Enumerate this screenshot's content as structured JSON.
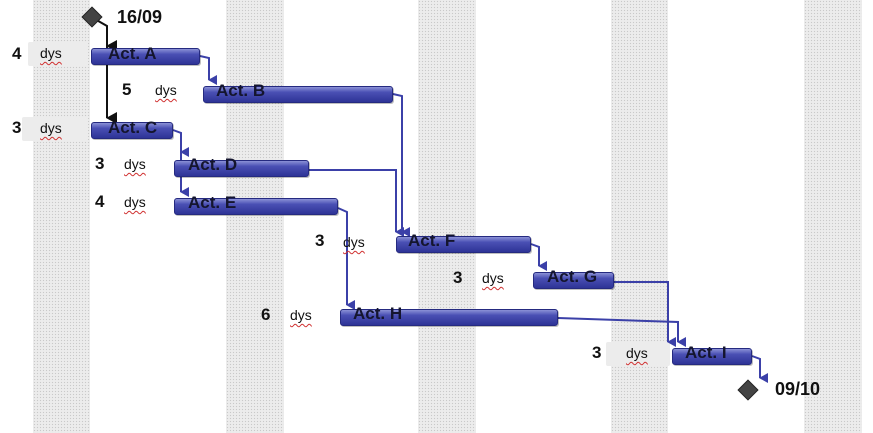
{
  "milestones": {
    "start": {
      "label": "16/09"
    },
    "end": {
      "label": "09/10"
    }
  },
  "activities": [
    {
      "id": "a",
      "label": "Act. A",
      "duration": "4",
      "unit": "dys"
    },
    {
      "id": "b",
      "label": "Act. B",
      "duration": "5",
      "unit": "dys"
    },
    {
      "id": "c",
      "label": "Act. C",
      "duration": "3",
      "unit": "dys"
    },
    {
      "id": "d",
      "label": "Act. D",
      "duration": "3",
      "unit": "dys"
    },
    {
      "id": "e",
      "label": "Act. E",
      "duration": "4",
      "unit": "dys"
    },
    {
      "id": "f",
      "label": "Act. F",
      "duration": "3",
      "unit": "dys"
    },
    {
      "id": "g",
      "label": "Act. G",
      "duration": "3",
      "unit": "dys"
    },
    {
      "id": "h",
      "label": "Act. H",
      "duration": "6",
      "unit": "dys"
    },
    {
      "id": "i",
      "label": "Act. I",
      "duration": "3",
      "unit": "dys"
    }
  ],
  "dependencies": [
    [
      "start",
      "a"
    ],
    [
      "start",
      "c"
    ],
    [
      "a",
      "b"
    ],
    [
      "c",
      "d"
    ],
    [
      "c",
      "e"
    ],
    [
      "b",
      "f"
    ],
    [
      "d",
      "f"
    ],
    [
      "e",
      "h"
    ],
    [
      "f",
      "g"
    ],
    [
      "g",
      "i"
    ],
    [
      "h",
      "i"
    ],
    [
      "i",
      "end"
    ]
  ],
  "colors": {
    "bar": "#3b40a8",
    "link": "#3b40a8",
    "milestone": "#333333",
    "shading": "#ececec"
  }
}
